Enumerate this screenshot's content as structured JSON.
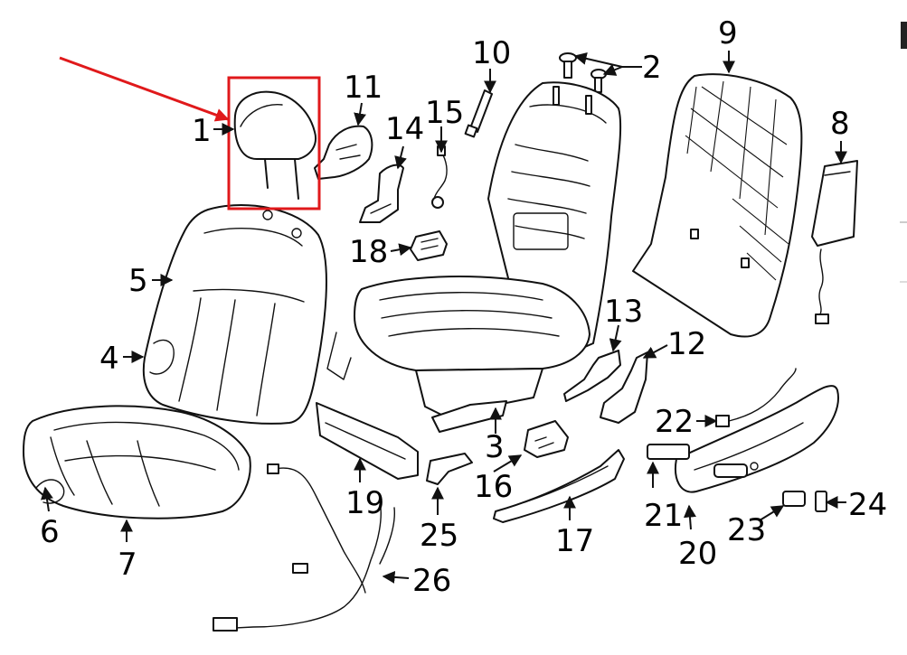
{
  "highlight": {
    "color": "#e0191b",
    "target_part": "1"
  },
  "parts": [
    {
      "label": "1"
    },
    {
      "label": "2"
    },
    {
      "label": "3"
    },
    {
      "label": "4"
    },
    {
      "label": "5"
    },
    {
      "label": "6"
    },
    {
      "label": "7"
    },
    {
      "label": "8"
    },
    {
      "label": "9"
    },
    {
      "label": "10"
    },
    {
      "label": "11"
    },
    {
      "label": "12"
    },
    {
      "label": "13"
    },
    {
      "label": "14"
    },
    {
      "label": "15"
    },
    {
      "label": "16"
    },
    {
      "label": "17"
    },
    {
      "label": "18"
    },
    {
      "label": "19"
    },
    {
      "label": "20"
    },
    {
      "label": "21"
    },
    {
      "label": "22"
    },
    {
      "label": "23"
    },
    {
      "label": "24"
    },
    {
      "label": "25"
    },
    {
      "label": "26"
    }
  ]
}
